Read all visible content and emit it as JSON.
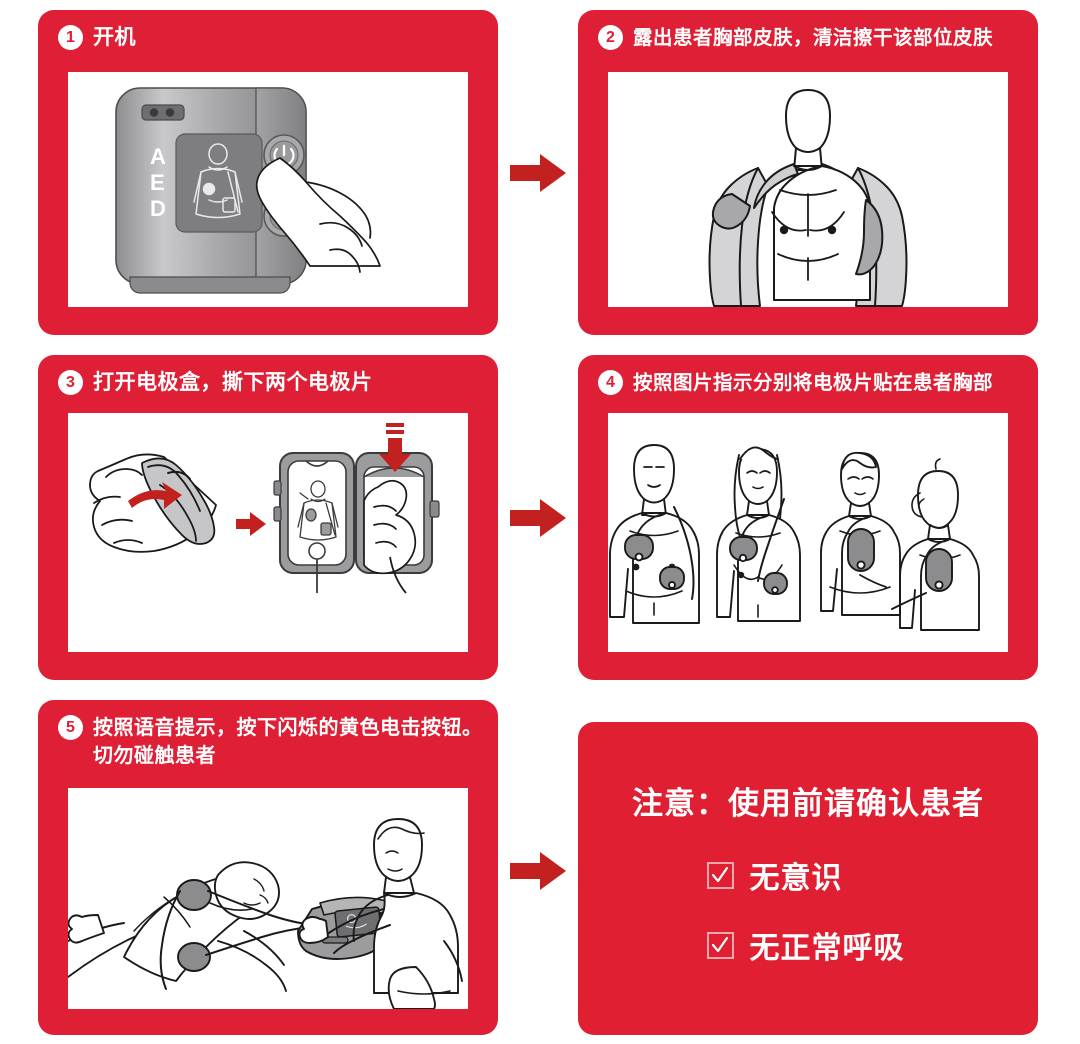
{
  "colors": {
    "panel_red": "#DE1F35",
    "warning_red": "#E01F33",
    "arrow_red": "#C32120",
    "white": "#FFFFFF",
    "line": "#1A1A1A",
    "device_gray": "#9A9A9C",
    "pad_gray": "#8C8C8E"
  },
  "steps": [
    {
      "number": "1",
      "title": "开机",
      "illustration": "aed-device-power-on"
    },
    {
      "number": "2",
      "title": "露出患者胸部皮肤，清洁擦干该部位皮肤",
      "illustration": "bare-chest-open-shirt"
    },
    {
      "number": "3",
      "title": "打开电极盒，撕下两个电极片",
      "illustration": "open-electrode-case-peel-pads"
    },
    {
      "number": "4",
      "title": "按照图片指示分别将电极片贴在患者胸部",
      "illustration": "pad-placement-adult-female-child"
    },
    {
      "number": "5",
      "title": "按照语音提示，按下闪烁的黄色电击按钮。\n切勿碰触患者",
      "illustration": "rescuer-pressing-shock-button"
    }
  ],
  "warning": {
    "title": "注意：使用前请确认患者",
    "items": [
      {
        "label": "无意识"
      },
      {
        "label": "无正常呼吸"
      }
    ]
  },
  "device": {
    "brand_letters": [
      "A",
      "E",
      "D"
    ],
    "power_icon": "power-button-icon",
    "shock_icon": "lightning-bolt-icon"
  },
  "arrows": {
    "flow_icon": "right-arrow-icon",
    "down_icon": "down-arrow-icon"
  }
}
